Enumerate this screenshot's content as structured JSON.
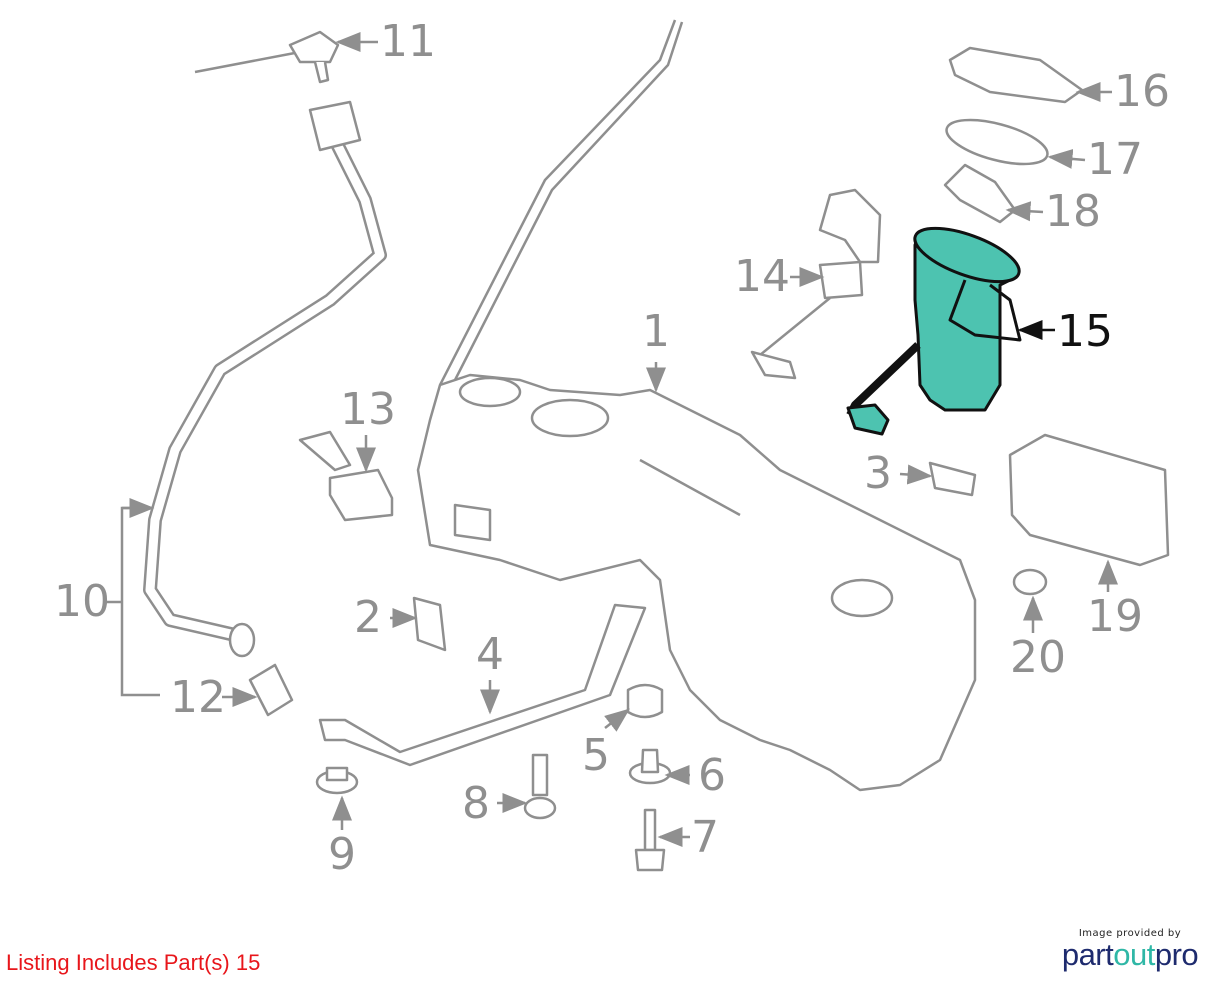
{
  "callouts": {
    "c1": "1",
    "c2": "2",
    "c3": "3",
    "c4": "4",
    "c5": "5",
    "c6": "6",
    "c7": "7",
    "c8": "8",
    "c9": "9",
    "c10": "10",
    "c11": "11",
    "c12": "12",
    "c13": "13",
    "c14": "14",
    "c15": "15",
    "c16": "16",
    "c17": "17",
    "c18": "18",
    "c19": "19",
    "c20": "20"
  },
  "highlighted_part": "15",
  "listing_text": "Listing Includes Part(s) 15",
  "logo": {
    "caption": "Image provided by",
    "brand_part1": "part",
    "brand_part2": "out",
    "brand_part3": "pro"
  },
  "colors": {
    "highlight": "#4dc3b0",
    "line": "#8f8f8f",
    "listing": "#e8161b"
  }
}
